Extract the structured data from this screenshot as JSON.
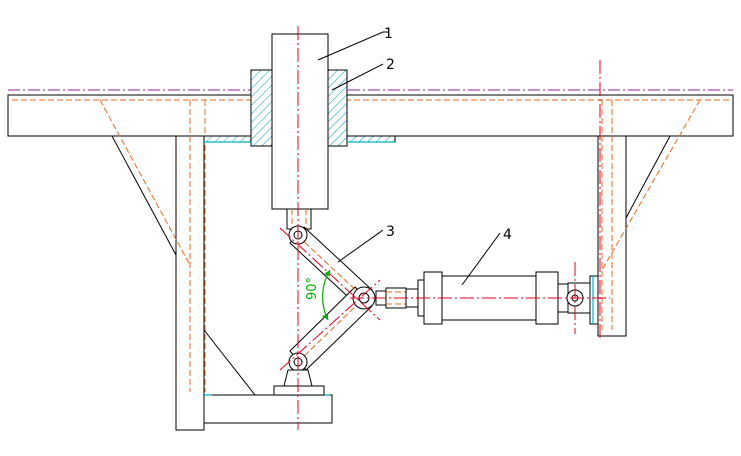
{
  "labels": {
    "part_1": "1",
    "part_2": "2",
    "part_3": "3",
    "part_4": "4",
    "angle": "90°"
  },
  "colors": {
    "outline": "#000000",
    "center_line": "#e8001e",
    "hidden_line": "#e86a1e",
    "reference_line": "#9a1fa6",
    "angle_mark": "#00b000",
    "contact_mark": "#00b4c8"
  }
}
